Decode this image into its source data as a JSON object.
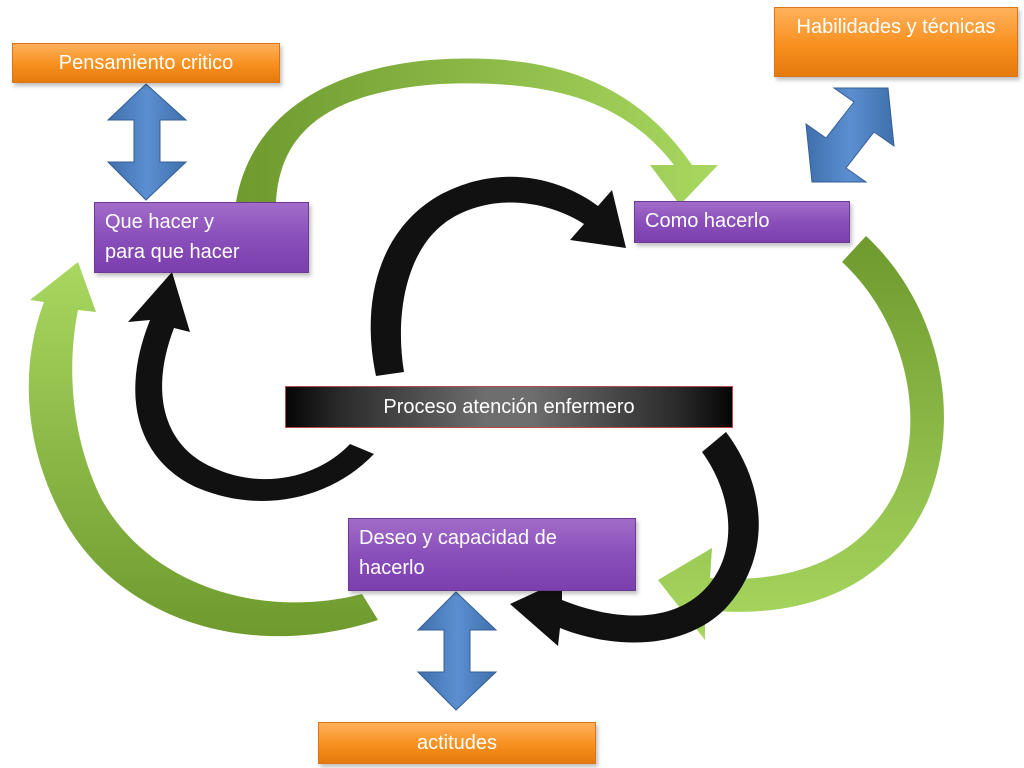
{
  "boxes": {
    "critical_thinking": "Pensamiento critico",
    "skills_techniques": "Habilidades y técnicas",
    "what_why": [
      "Que hacer y",
      "para que hacer"
    ],
    "how": "Como hacerlo",
    "process": "Proceso atención enfermero",
    "desire_capacity": [
      "Deseo y capacidad de",
      "hacerlo"
    ],
    "attitudes": "actitudes"
  },
  "colors": {
    "orange": "#f7901e",
    "purple": "#8a4fba",
    "green_arrow": "#8dc63f",
    "black_arrow": "#111111",
    "blue_arrow": "#4f81bd"
  }
}
